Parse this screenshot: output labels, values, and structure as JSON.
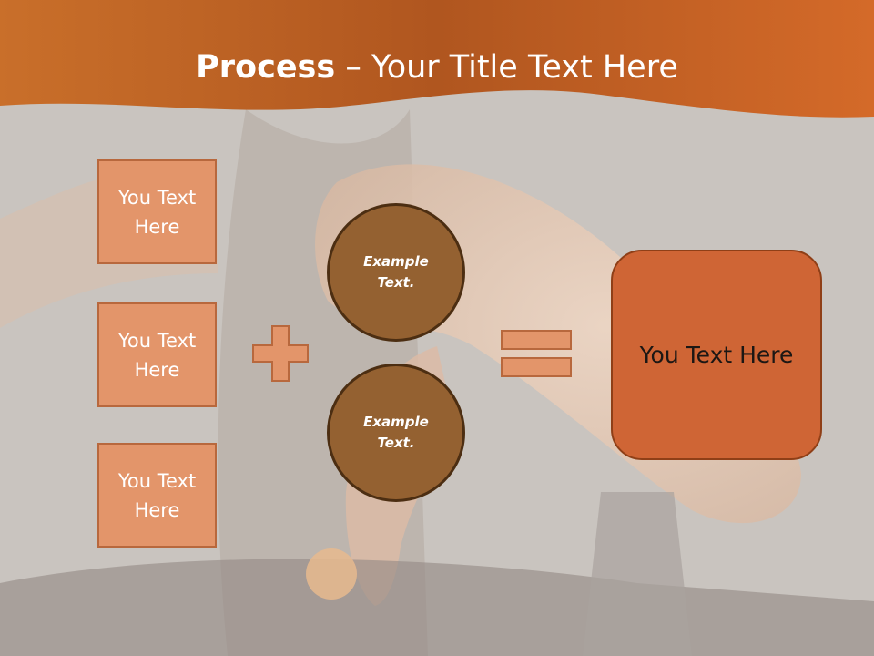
{
  "slide": {
    "title_bold": "Process",
    "title_rest": " – Your Title Text Here",
    "left_boxes": [
      {
        "label": "You Text Here"
      },
      {
        "label": "You Text Here"
      },
      {
        "label": "You Text Here"
      }
    ],
    "circles": [
      {
        "label": "Example Text."
      },
      {
        "label": "Example Text."
      }
    ],
    "result_label": "You Text Here",
    "operators": {
      "plus": "plus-icon",
      "equals": "equals-icon"
    },
    "colors": {
      "accent": "#d46a29",
      "box_fill": "#e3956a",
      "circle_fill": "#946131",
      "result_fill": "#cf6535",
      "background": "#c9c4bf"
    }
  }
}
